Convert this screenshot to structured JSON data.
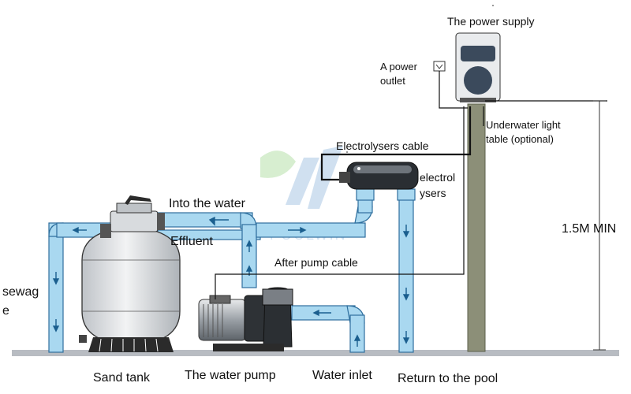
{
  "labels": {
    "power_supply": "The power supply",
    "power_outlet_1": "A power",
    "power_outlet_2": "outlet",
    "underwater_light_1": "Underwater light",
    "underwater_light_2": "table (optional)",
    "electrolysers_cable": "Electrolysers cable",
    "electrolysers_1": "electrol",
    "electrolysers_2": "ysers",
    "into_the_water": "Into the water",
    "effluent": "Effluent",
    "after_pump_cable": "After pump cable",
    "height": "1.5M MIN",
    "sewage_1": "sewag",
    "sewage_2": "e",
    "sand_tank": "Sand tank",
    "water_pump": "The water pump",
    "water_inlet": "Water inlet",
    "return_to_pool": "Return to the pool"
  },
  "watermark": "POOLWIN",
  "colors": {
    "pipe_fill": "#a9d8f0",
    "pipe_stroke": "#2f6f9e",
    "arrow": "#1b5f8f",
    "outline": "#333333",
    "post": "#8c8f78",
    "ground": "#b8bcc2"
  }
}
